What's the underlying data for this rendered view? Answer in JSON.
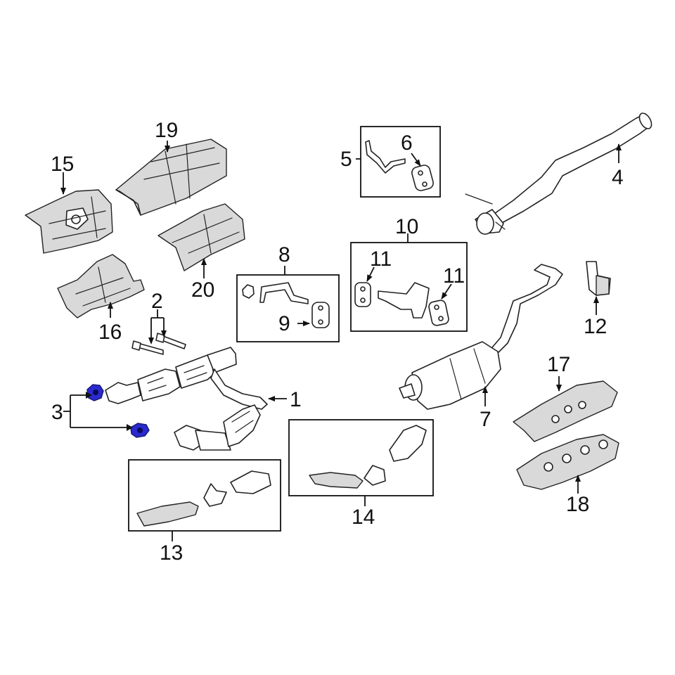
{
  "diagram": {
    "highlight_color": "#2a2ad0",
    "callouts": [
      "1",
      "2",
      "3",
      "4",
      "5",
      "6",
      "7",
      "8",
      "9",
      "10",
      "11",
      "11",
      "12",
      "13",
      "14",
      "15",
      "16",
      "17",
      "18",
      "19",
      "20"
    ]
  }
}
